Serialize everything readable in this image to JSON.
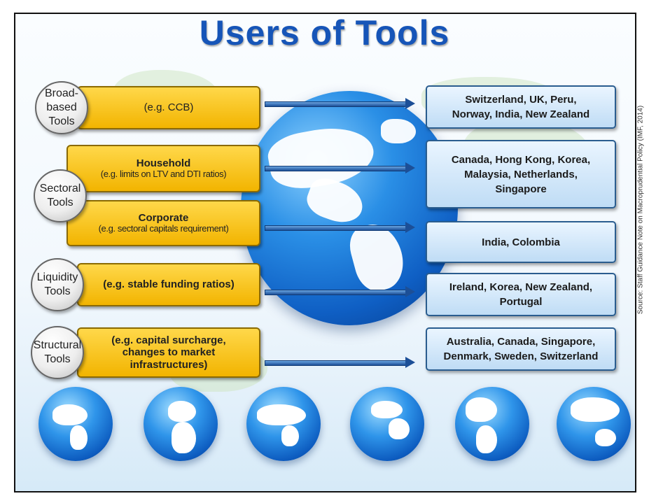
{
  "title": "Users of Tools",
  "source": "Source: Staff Guidance Note on Macroprudential Policy (IMF, 2014)",
  "categories": {
    "broad": "Broad-\nbased\nTools",
    "sectoral": "Sectoral\nTools",
    "liquidity": "Liquidity\nTools",
    "structural": "Structural\nTools"
  },
  "tools": {
    "broad": "(e.g. CCB)",
    "household_title": "Household",
    "household_desc": "(e.g. limits on LTV and DTI ratios)",
    "corporate_title": "Corporate",
    "corporate_desc": "(e.g. sectoral capitals requirement)",
    "liquidity": "(e.g. stable funding ratios)",
    "structural": "(e.g. capital surcharge,\nchanges to market\ninfrastructures)"
  },
  "users": {
    "broad": "Switzerland, UK, Peru,\nNorway, India, New Zealand",
    "household": "Canada, Hong Kong, Korea,\nMalaysia, Netherlands,\nSingapore",
    "corporate": "India, Colombia",
    "liquidity": "Ireland, Korea, New Zealand,\nPortugal",
    "structural": "Australia, Canada, Singapore,\nDenmark, Sweden, Switzerland"
  },
  "colors": {
    "title": "#1655b8",
    "tool_box": "#f7c61a",
    "user_box": "#d4e9fb",
    "arrow": "#1c4f97",
    "globe": "#0f5fc4"
  },
  "icons": [
    "world-map-background",
    "globe-icon",
    "arrow-icon"
  ]
}
